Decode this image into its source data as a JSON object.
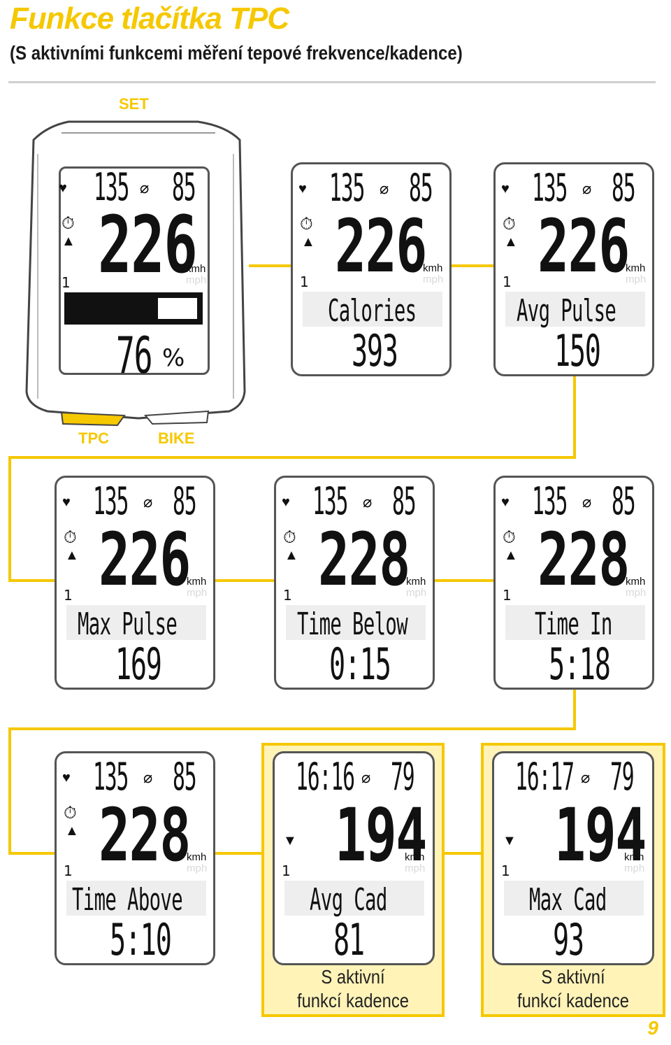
{
  "header": {
    "title": "Funkce tlačítka TPC",
    "subtitle": "(S aktivními funkcemi měření tepové frekvence/kadence)"
  },
  "buttons": {
    "set": "SET",
    "tpc": "TPC",
    "bike": "BIKE"
  },
  "colors": {
    "accent": "#f5c800",
    "highlight": "#fff3b8"
  },
  "units": {
    "kmh": "kmh",
    "mph": "mph"
  },
  "screens": [
    {
      "top_left": "135",
      "top_right": "85",
      "speed": "226",
      "lap": "1",
      "label": "",
      "value": "76",
      "value_unit": "%"
    },
    {
      "top_left": "135",
      "top_right": "85",
      "speed": "226",
      "lap": "1",
      "label": "Calories",
      "value": "393"
    },
    {
      "top_left": "135",
      "top_right": "85",
      "speed": "226",
      "lap": "1",
      "label": "Avg Pulse",
      "value": "150"
    },
    {
      "top_left": "135",
      "top_right": "85",
      "speed": "226",
      "lap": "1",
      "label": "Max Pulse",
      "value": "169"
    },
    {
      "top_left": "135",
      "top_right": "85",
      "speed": "228",
      "lap": "1",
      "label": "Time Below",
      "value": "0:15"
    },
    {
      "top_left": "135",
      "top_right": "85",
      "speed": "228",
      "lap": "1",
      "label": "Time In",
      "value": "5:18"
    },
    {
      "top_left": "135",
      "top_right": "85",
      "speed": "228",
      "lap": "1",
      "label": "Time Above",
      "value": "5:10"
    },
    {
      "top_left": "16:16",
      "top_right": "79",
      "speed": "194",
      "lap": "1",
      "label": "Avg Cad",
      "value": "81"
    },
    {
      "top_left": "16:17",
      "top_right": "79",
      "speed": "194",
      "lap": "1",
      "label": "Max Cad",
      "value": "93"
    }
  ],
  "notes": [
    {
      "line1": "S aktivní",
      "line2": "funkcí kadence"
    },
    {
      "line1": "S aktivní",
      "line2": "funkcí kadence"
    }
  ],
  "page_number": "9"
}
